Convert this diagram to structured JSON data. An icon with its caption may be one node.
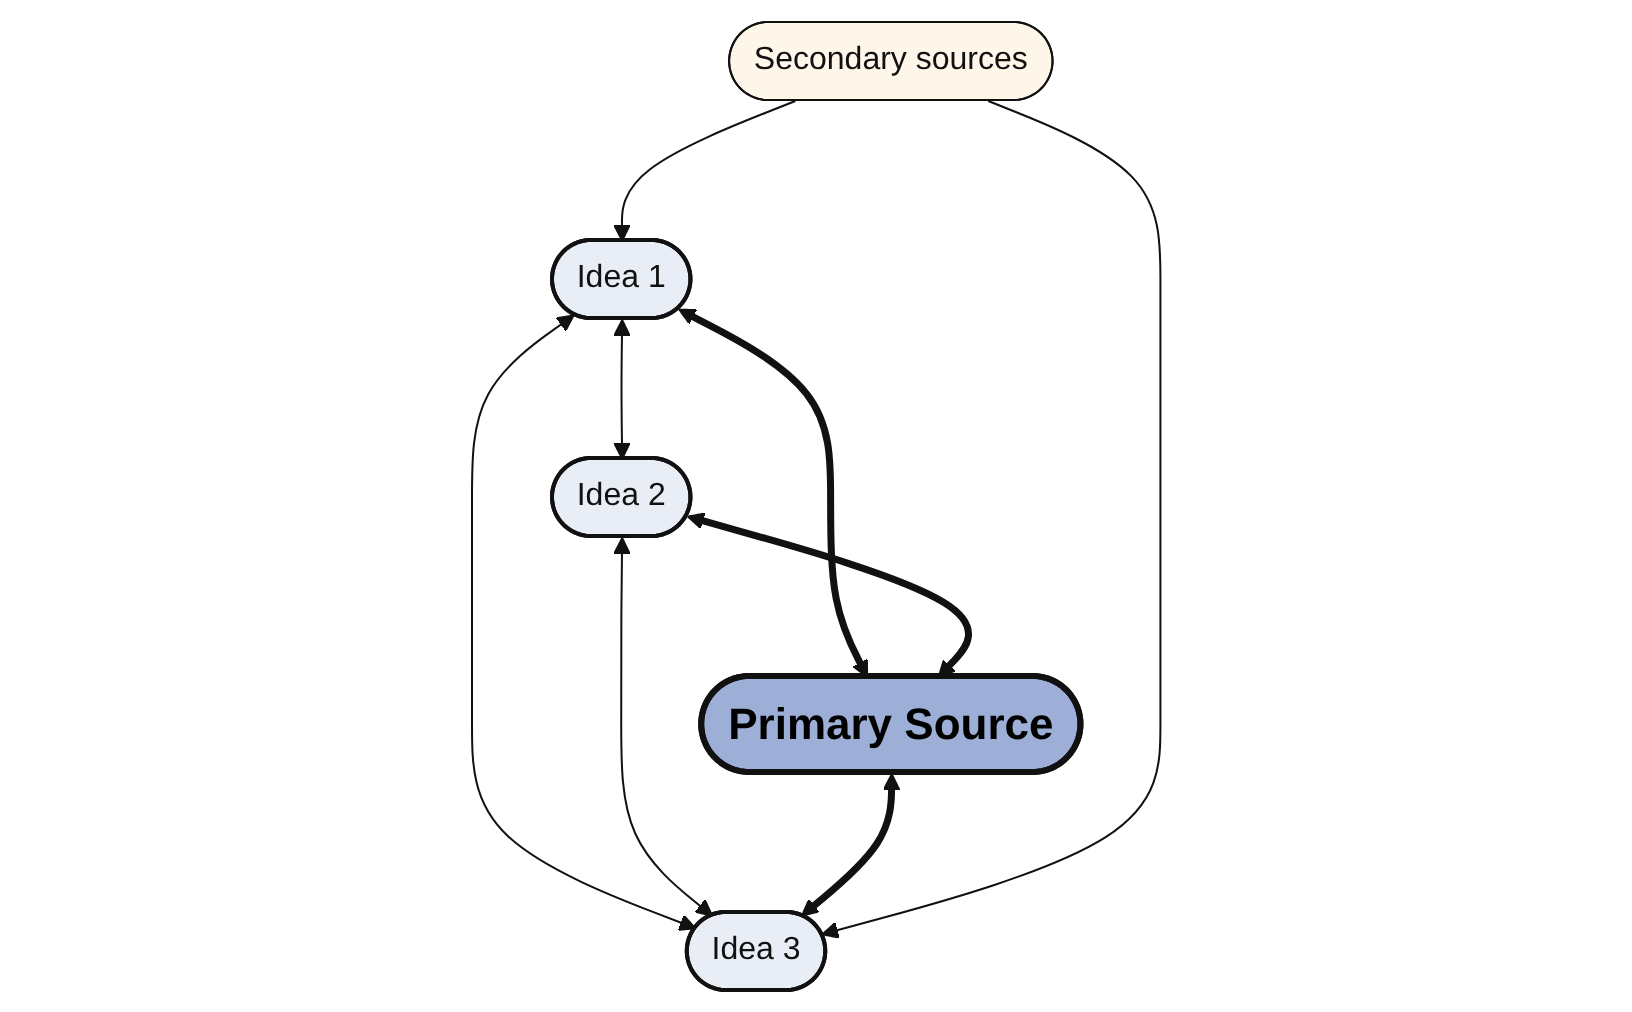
{
  "diagram": {
    "nodes": [
      {
        "text": [
          "Idea 1"
        ]
      },
      {
        "text": [
          "Idea 2"
        ]
      },
      {
        "text": [
          "Primary Source"
        ]
      },
      {
        "text": [
          "Secondary sources"
        ]
      },
      {
        "text": [
          "Idea 3"
        ]
      }
    ],
    "edges": [
      {
        "from": 0,
        "to": 1,
        "arrow": "both"
      },
      {
        "from": 0,
        "to": 2,
        "arrow": "both",
        "style": "thick"
      },
      {
        "from": 1,
        "to": 2,
        "arrow": "both",
        "style": "thick"
      },
      {
        "from": 3,
        "to": 0,
        "arrow": "to"
      },
      {
        "from": 0,
        "to": 4,
        "arrow": "both"
      },
      {
        "from": 1,
        "to": 4,
        "arrow": "both"
      },
      {
        "from": 2,
        "to": 4,
        "arrow": "both",
        "style": "thick"
      },
      {
        "from": 3,
        "to": 4,
        "arrow": "to"
      }
    ]
  }
}
